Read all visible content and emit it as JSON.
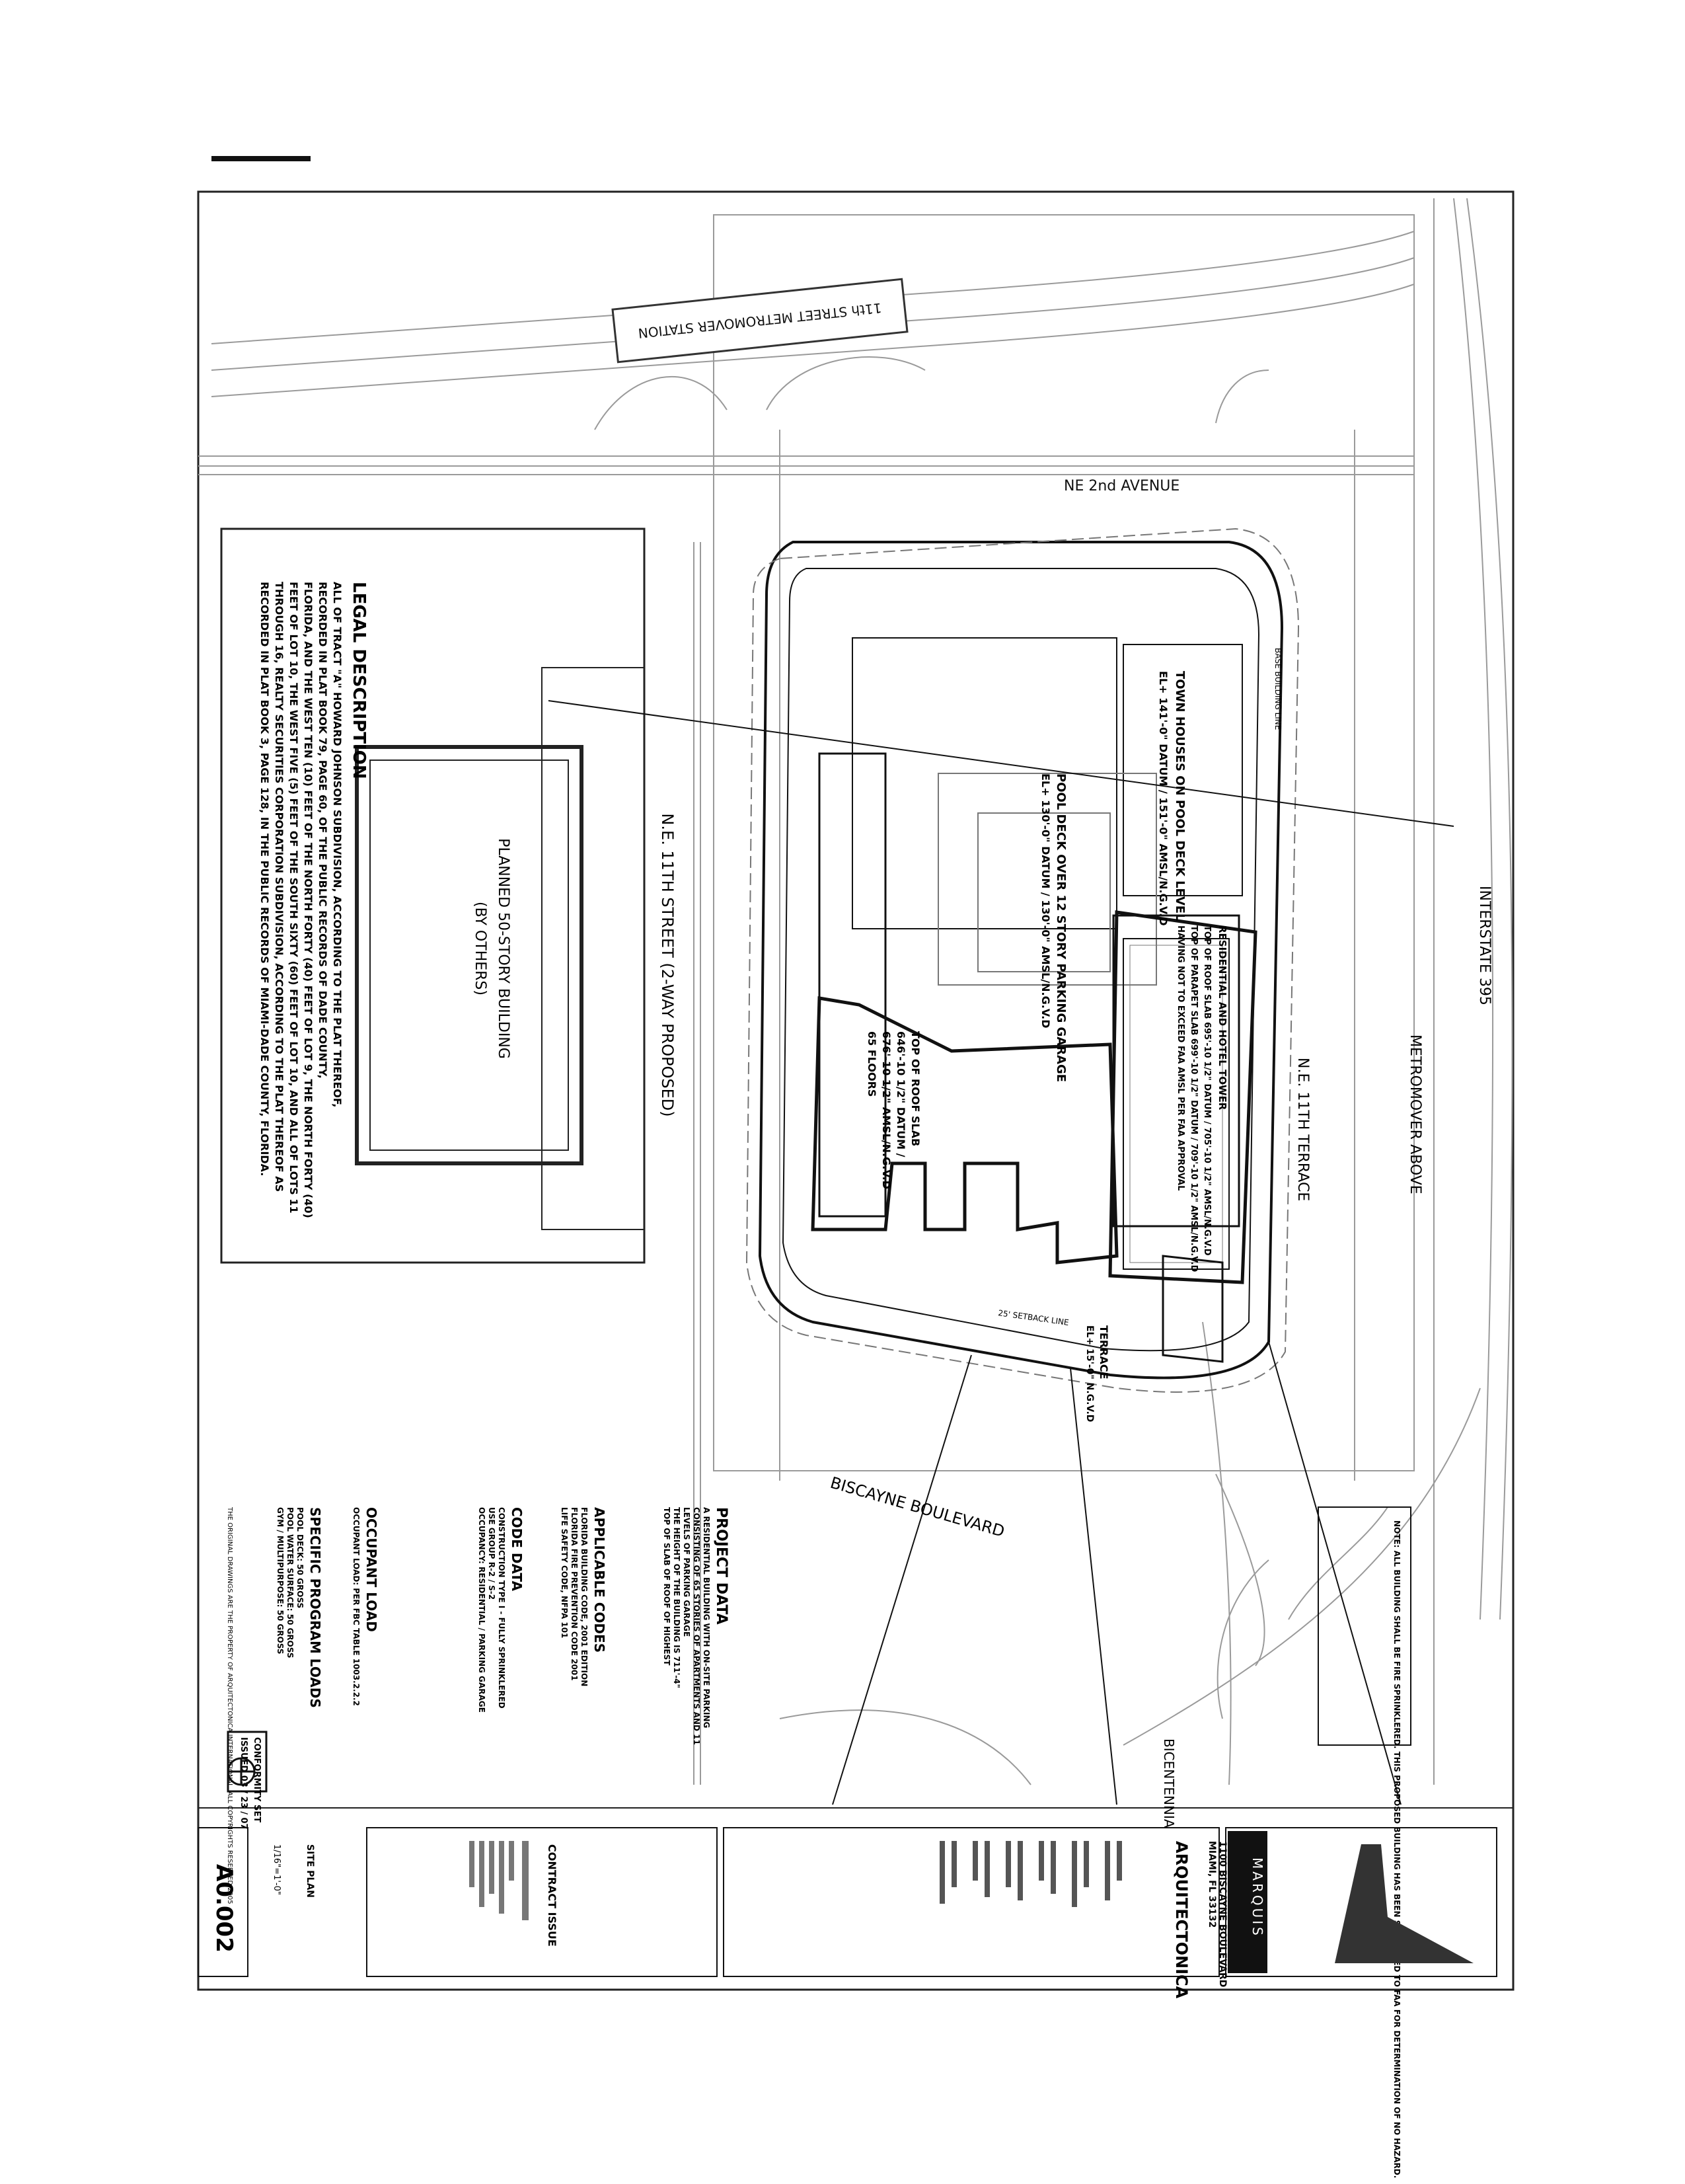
{
  "streets": {
    "metromover_station": "11th STREET METROMOVER STATION",
    "ne_2nd_avenue": "NE 2nd AVENUE",
    "ne_11th_street": "N.E. 11TH STREET (2-WAY PROPOSED)",
    "ne_11th_terrace": "N.E. 11TH TERRACE",
    "interstate": "INTERSTATE 395",
    "metromover_above": "METROMOVER ABOVE",
    "biscayne_blvd": "BISCAYNE BOULEVARD",
    "bicentennial": "BICENTENNIA"
  },
  "planned_building": {
    "line1": "PLANNED 50-STORY BUILDING",
    "line2": "(BY OTHERS)"
  },
  "legal_description": {
    "title": "LEGAL DESCRIPTION",
    "lines": [
      "ALL OF TRACT \"A\" HOWARD JOHNSON SUBDIVISION, ACCORDING TO THE PLAT THEREOF,",
      "RECORDED IN PLAT BOOK 79, PAGE 60, OF THE PUBLIC RECORDS OF DADE COUNTY,",
      "FLORIDA, AND THE WEST TEN (10) FEET OF THE NORTH FORTY (40) FEET OF LOT 9, THE NORTH FORTY (40)",
      "FEET OF LOT 10, THE WEST FIVE (5) FEET OF THE SOUTH SIXTY (60) FEET OF LOT 10, AND ALL OF LOTS 11",
      "THROUGH 16, REALTY SECURITIES CORPORATION SUBDIVISION, ACCORDING TO THE PLAT THEREOF AS",
      "RECORDED IN PLAT BOOK 3, PAGE 128, IN THE PUBLIC RECORDS OF MIAMI-DADE COUNTY, FLORIDA."
    ]
  },
  "site_labels": {
    "townhouses": [
      "TOWN HOUSES ON POOL DECK LEVEL",
      "EL+ 141'-0\" DATUM / 151'-0\" AMSL/N.G.V.D"
    ],
    "pool_deck": [
      "POOL DECK OVER 12 STORY PARKING GARAGE",
      "EL+ 130'-0\" DATUM / 130'-0\" AMSL/N.G.V.D"
    ],
    "tower_west": [
      "TOP OF ROOF SLAB",
      "646'-10 1/2\" DATUM /",
      "676'-10 1/2\" AMSL/N.G.V.D",
      "65 FLOORS"
    ],
    "tower_east": [
      "RESIDENTIAL AND HOTEL TOWER",
      "TOP OF ROOF SLAB 695'-10 1/2\" DATUM / 705'-10 1/2\" AMSL/N.G.V.D",
      "TOP OF PARAPET SLAB 699'-10 1/2\" DATUM / 709'-10 1/2\" AMSL/N.G.V.D",
      "HAVING NOT TO EXCEED FAA AMSL PER FAA APPROVAL"
    ],
    "terrace": [
      "TERRACE",
      "EL+ 15'-0\" N.G.V.D"
    ],
    "base_building_line": "BASE BUILDING LINE",
    "setback_line": "25' SETBACK LINE"
  },
  "notes_box": "NOTE: ALL BUILDING SHALL BE FIRE SPRINKLERED. THIS PROPOSED BUILDING HAS BEEN SUBMITTED TO FAA FOR DETERMINATION OF NO HAZARD.",
  "project_data": {
    "title": "PROJECT DATA",
    "lines": [
      "A RESIDENTIAL BUILDING WITH ON-SITE PARKING",
      "CONSISTING OF 65 STORIES OF APARTMENTS AND 11",
      "LEVELS OF PARKING GARAGE",
      "THE HEIGHT OF THE BUILDING IS 711'-4\"",
      "TOP OF SLAB OF ROOF OF HIGHEST"
    ]
  },
  "codes": {
    "title": "APPLICABLE CODES",
    "lines": [
      "FLORIDA BUILDING CODE, 2001 EDITION",
      "FLORIDA FIRE PREVENTION CODE 2001",
      "LIFE SAFETY CODE, NFPA 101"
    ]
  },
  "code_data": {
    "title": "CODE DATA",
    "lines": [
      "CONSTRUCTION TYPE I - FULLY SPRINKLERED",
      "USE GROUP R-2 / S-2",
      "OCCUPANCY: RESIDENTIAL / PARKING GARAGE"
    ]
  },
  "occupant": {
    "title": "OCCUPANT LOAD",
    "lines": [
      "OCCUPANT LOAD: PER FBC TABLE 1003.2.2.2"
    ]
  },
  "program": {
    "title": "SPECIFIC PROGRAM LOADS",
    "lines": [
      "POOL DECK: 50 GROSS",
      "POOL WATER SURFACE: 50 GROSS",
      "GYM / MULTIPURPOSE: 50 GROSS"
    ]
  },
  "compliance_stamp": [
    "CONFORMITY SET",
    "ISSUED 03 / 23 / 07"
  ],
  "copyright": "THE ORIGINAL DRAWINGS ARE THE PROPERTY OF ARQUITECTONICA INTERNATIONAL, ALL COPYRIGHTS RESERVED 2005",
  "title_block": {
    "project_logo": "MARQUIS",
    "address1": "1100 BISCAYNE BOULEVARD",
    "address2": "MIAMI, FL 33132",
    "architect": "ARQUITECTONICA",
    "contract_issue": "CONTRACT ISSUE",
    "sheet_title": "SITE PLAN",
    "scale": "1/16\"=1'-0\"",
    "sheet_number": "A0.002"
  },
  "colors": {
    "ink": "#111111",
    "light_line": "#9a9a9a",
    "paper": "#ffffff"
  }
}
